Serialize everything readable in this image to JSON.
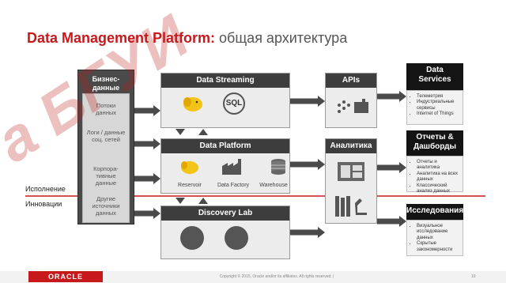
{
  "title": {
    "bold": "Data Management Platform:",
    "rest": " общая архитектура"
  },
  "sources": {
    "header": "Бизнес-данные",
    "items": [
      "Потоки данных",
      "Логи / данные соц. сетей",
      "Корпора-тивные данные",
      "Другие источники данных"
    ]
  },
  "data_streaming": {
    "label": "Data Streaming",
    "icons": [
      "hadoop-elephant-icon",
      "sql-icon"
    ],
    "sql_text": "SQL"
  },
  "data_platform": {
    "label": "Data Platform",
    "items": [
      "Reservoir",
      "Data Factory",
      "Warehouse"
    ]
  },
  "discovery_lab": {
    "label": "Discovery Lab"
  },
  "apis": {
    "label": "APIs"
  },
  "analytics": {
    "label": "Аналитика"
  },
  "data_services": {
    "header": "Data Services",
    "bullets": [
      "Телеметрия",
      "Индустриальные сервисы",
      "Internet of Things"
    ]
  },
  "reports": {
    "header": "Отчеты & Дашборды",
    "bullets": [
      "Отчеты и аналитика",
      "Аналитика на всех данных",
      "Классический анализ данных"
    ]
  },
  "research": {
    "header": "Исследования",
    "bullets": [
      "Визуальное исследование данных",
      "Скрытые закономерности"
    ]
  },
  "divider": {
    "top_label": "Исполнение",
    "bottom_label": "Инновации",
    "color": "#c7181c"
  },
  "footer": {
    "logo": "ORACLE",
    "copyright": "Copyright © 2015, Oracle and/or its affiliates. All rights reserved.  |",
    "page": "10"
  },
  "watermark": {
    "text": "a БГУИ",
    "color": "#be1e1e"
  },
  "colors": {
    "accent": "#c7181c",
    "dark_box": "#4a4a4a",
    "black_box": "#141414"
  }
}
